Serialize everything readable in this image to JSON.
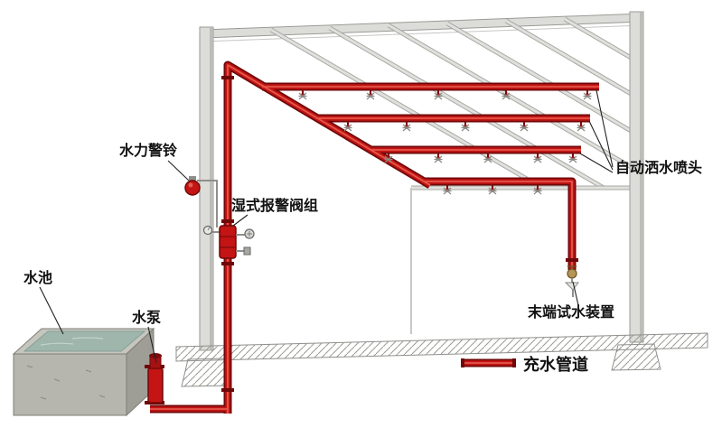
{
  "labels": {
    "alarm_bell": "水力警铃",
    "wet_valve": "湿式报警阀组",
    "pool": "水池",
    "pump": "水泵",
    "sprinklers": "自动洒水喷头",
    "end_test": "末端试水装置"
  },
  "legend": {
    "pipe_label": "充水管道"
  },
  "colors": {
    "pipe_red": "#c41414",
    "pipe_dark": "#6f0808",
    "pipe_highlight": "#e4574a",
    "structure_gray": "#dcdcd8",
    "water_green": "#9fb6ac",
    "text": "#111111",
    "background": "#ffffff"
  }
}
